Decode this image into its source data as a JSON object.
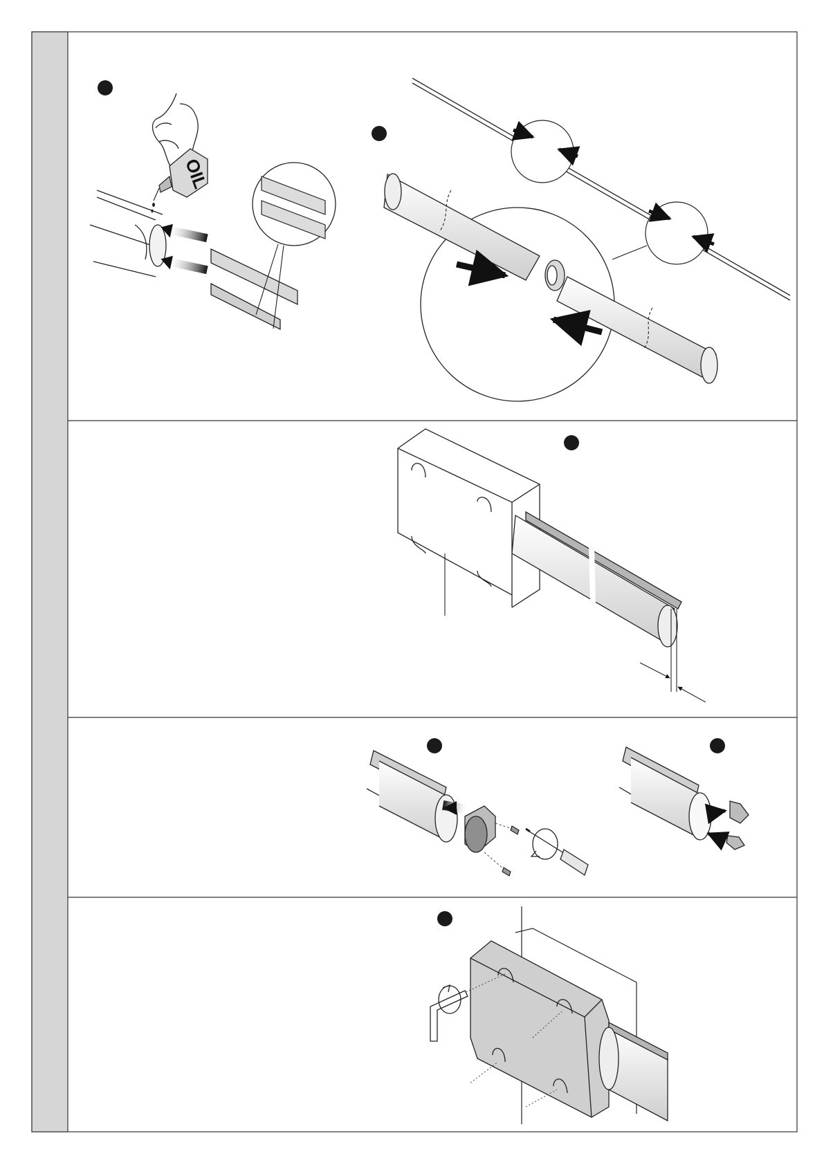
{
  "document": {
    "pages": 1,
    "sidebar_color": "#d6d6d6",
    "line_color": "#222222",
    "bullet_color": "#1a1a1a",
    "rail_fill": "#e9e9e9",
    "box_fill": "#cfcfcf"
  },
  "panel_1": {
    "oil_label": "OIL",
    "icons": [
      "step-bullet",
      "hand-icon",
      "oil-bottle-icon",
      "rail-profile",
      "arrow-icon"
    ]
  },
  "panel_2": {
    "icons": [
      "step-bullet",
      "mounting-bracket",
      "rail-profile",
      "dimension-arrow"
    ]
  },
  "panel_3": {
    "icons": [
      "step-bullet",
      "end-cap",
      "screw-icon",
      "screwdriver-icon",
      "rotate-icon"
    ]
  },
  "panel_4": {
    "icons": [
      "step-bullet",
      "mounting-bracket",
      "hex-key-icon",
      "rotate-icon"
    ]
  }
}
